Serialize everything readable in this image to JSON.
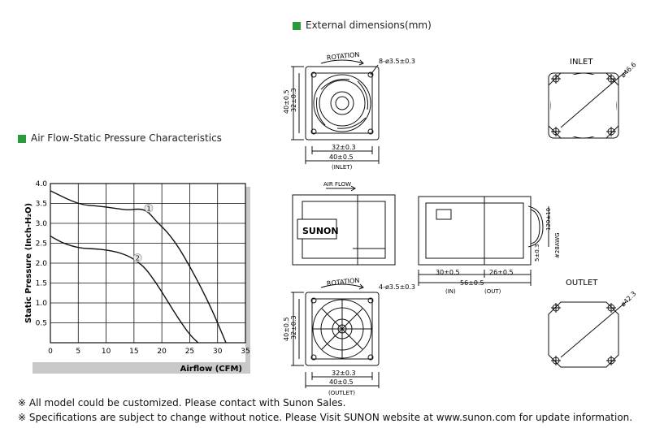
{
  "headers": {
    "external": "External dimensions(mm)",
    "airflow_chart": "Air Flow-Static Pressure Characteristics"
  },
  "brand_color": "#2a9a3a",
  "chart_data": {
    "type": "line",
    "xlabel": "Airflow (CFM)",
    "ylabel": "Static Pressure (Inch-H₂O)",
    "xlim": [
      0,
      35
    ],
    "ylim": [
      0,
      4.0
    ],
    "xticks": [
      "0",
      "5",
      "10",
      "15",
      "20",
      "25",
      "30",
      "35"
    ],
    "yticks": [
      "4.0",
      "3.5",
      "3.0",
      "2.5",
      "2.0",
      "1.5",
      "1.0",
      "0.5"
    ],
    "grid": true,
    "series": [
      {
        "name": "1",
        "x": [
          0,
          2,
          4,
          6,
          8,
          10,
          12,
          14,
          16,
          17.5,
          19,
          21,
          23,
          25,
          27,
          29,
          30,
          31.5
        ],
        "y": [
          3.82,
          3.68,
          3.55,
          3.46,
          3.44,
          3.41,
          3.37,
          3.33,
          3.37,
          3.3,
          3.05,
          2.78,
          2.4,
          1.92,
          1.4,
          0.82,
          0.5,
          0.0
        ]
      },
      {
        "name": "2",
        "x": [
          0,
          2,
          4,
          6,
          8,
          10,
          12,
          14,
          15.5,
          17,
          19,
          21,
          23,
          25,
          26.5
        ],
        "y": [
          2.68,
          2.52,
          2.42,
          2.37,
          2.36,
          2.33,
          2.28,
          2.18,
          2.05,
          1.88,
          1.5,
          1.05,
          0.6,
          0.2,
          0.0
        ]
      }
    ]
  },
  "drawing": {
    "rotation_label": "ROTATION",
    "holes_top": "8-ø3.5±0.3",
    "holes_bottom": "4-ø3.5±0.3",
    "dim_40": "40±0.5",
    "dim_32": "32±0.3",
    "inlet_caption": "(INLET)",
    "outlet_caption": "(OUTLET)",
    "inlet_title": "INLET",
    "outlet_title": "OUTLET",
    "inlet_dia": "ø46.6",
    "outlet_dia": "ø42.3",
    "airflow_label": "AIR FLOW",
    "brand": "SUNON",
    "dim_30": "30±0.5",
    "dim_26": "26±0.5",
    "dim_56": "56±0.5",
    "in_label": "(IN)",
    "out_label": "(OUT)",
    "dim_120": "120±10",
    "awg": "#28AWG",
    "dim_5": "5±0.3"
  },
  "notes": [
    "※ All model could be customized. Please contact with Sunon Sales.",
    "※ Specifications are subject to change without notice. Please  Visit SUNON website at  www.sunon.com for update information."
  ]
}
